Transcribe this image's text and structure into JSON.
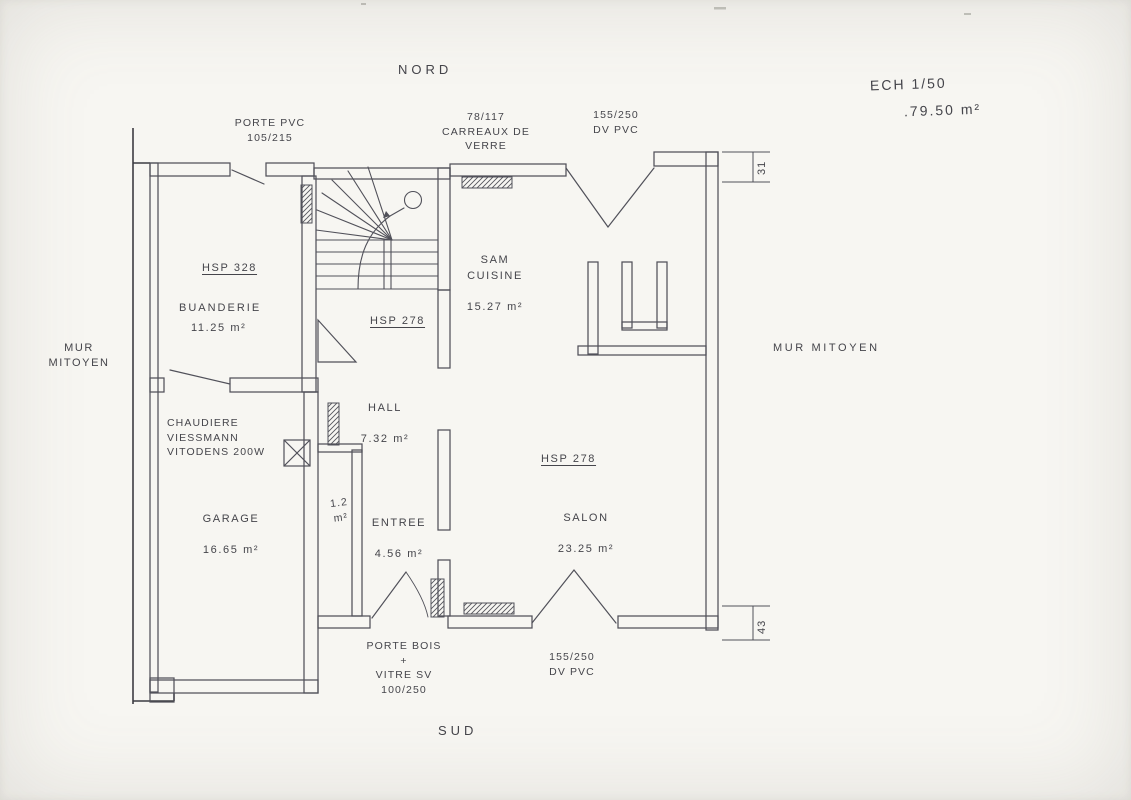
{
  "compass": {
    "north": "NORD",
    "south": "SUD"
  },
  "title_block": {
    "scale": "ECH 1/50",
    "total_area": ".79.50 m²"
  },
  "party_walls": {
    "left": "MUR\nMITOYEN",
    "right": "MUR MITOYEN"
  },
  "rooms": {
    "buanderie": {
      "hsp": "HSP 328",
      "name": "BUANDERIE",
      "area": "11.25 m²"
    },
    "garage": {
      "name": "GARAGE",
      "area": "16.65 m²"
    },
    "hall": {
      "hsp": "HSP 278",
      "name": "HALL",
      "area": "7.32 m²"
    },
    "entree": {
      "name": "ENTREE",
      "area": "4.56 m²"
    },
    "wc": {
      "area": "1.2\nm²"
    },
    "sam_cuisine": {
      "name": "SAM\nCUISINE",
      "area": "15.27 m²"
    },
    "salon": {
      "hsp": "HSP 278",
      "name": "SALON",
      "area": "23.25 m²"
    }
  },
  "equipment": {
    "boiler": "CHAUDIERE\nVIESSMANN\nVITODENS 200W"
  },
  "openings": {
    "porte_pvc_nord": "PORTE PVC\n105/215",
    "glass_blocks": "78/117\nCARREAUX DE\nVERRE",
    "dv_pvc_nord": "155/250\nDV PVC",
    "dv_pvc_sud": "155/250\nDV PVC",
    "porte_bois_sud": "PORTE BOIS\n+\nVITRE SV\n100/250"
  },
  "dimensions": {
    "wall_offset_north": "31",
    "wall_offset_south": "43"
  }
}
